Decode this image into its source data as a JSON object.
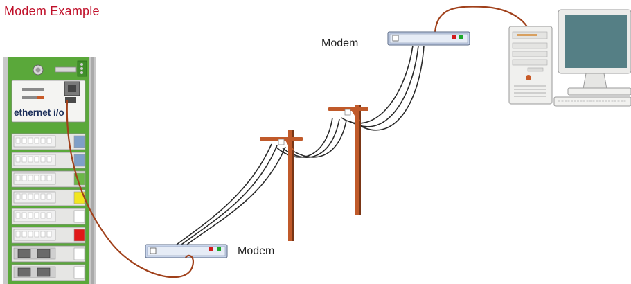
{
  "title": "Modem Example",
  "device": {
    "brand_label": "ethernet i/o"
  },
  "modems": [
    {
      "label": "Modem"
    },
    {
      "label": "Modem"
    }
  ],
  "colors": {
    "title": "#c0102a",
    "cable": "#a0401a",
    "pole": "#c05a2a",
    "phone_line": "#2a2a2a",
    "device_board": "#5aa83a",
    "modem_body": "#c8d4ea",
    "modem_led_red": "#d21c1c",
    "modem_led_green": "#1ea82a",
    "monitor_screen": "#557f85"
  },
  "io_module_indicators": [
    "#7f9fc8",
    "#7f9fc8",
    "#6cb848",
    "#f2e620",
    "#ffffff",
    "#e01818",
    "#ffffff",
    "#ffffff"
  ]
}
